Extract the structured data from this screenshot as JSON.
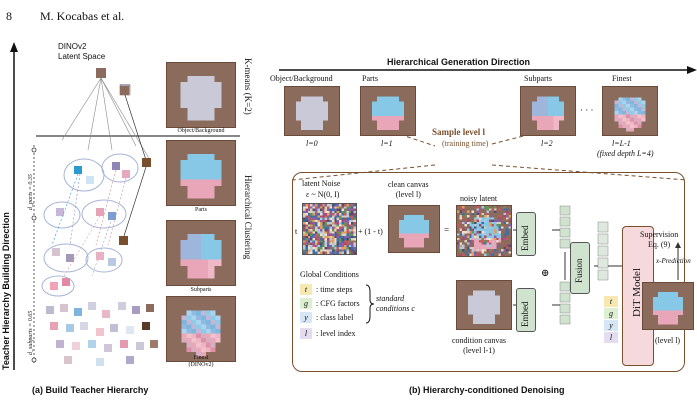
{
  "header": {
    "page_number": "8",
    "running_head": "M. Kocabas et al."
  },
  "left_panel": {
    "latent_space_label": "DINOv2\nLatent Space",
    "kmeans_label": "K-means (K=2)",
    "hier_clustering_label": "Hierarchical Clustering",
    "direction_label": "Teacher Hierarchy Building Direction",
    "d_parts_label": "d_parts = 0.35",
    "d_subparts_label": "d_subparts = 0.65",
    "thumb_captions": [
      "Object/Background",
      "Parts",
      "Subparts",
      "Finest\n(DINOv2)"
    ],
    "caption": "(a) Build Teacher Hierarchy"
  },
  "right_panel": {
    "gen_direction_label": "Hierarchical Generation Direction",
    "levels": [
      {
        "title": "Object/Background",
        "sub": "l=0"
      },
      {
        "title": "Parts",
        "sub": "l=1"
      },
      {
        "title": "Subparts",
        "sub": "l=2"
      },
      {
        "title": "Finest",
        "sub": "l=L-1"
      }
    ],
    "ellipsis": "· · ·",
    "fixed_depth": "(fixed depth L=4)",
    "sample_level": "Sample level l",
    "training_time": "(training time)",
    "latent_noise": "latent Noise",
    "epsilon": "ε ~ N(0, I)",
    "clean_canvas": "clean canvas\n(level l)",
    "noisy_latent": "noisy latent",
    "t_label": "t",
    "plus_one_minus_t": "+ (1 - t)",
    "equals": "=",
    "global_conditions_title": "Global Conditions",
    "conditions": [
      {
        "badge": "t",
        "text": ": time steps",
        "color": "#f7e7b0"
      },
      {
        "badge": "g",
        "text": ": CFG factors",
        "color": "#dcefd0"
      },
      {
        "badge": "y",
        "text": ": class label",
        "color": "#d6e6f5"
      },
      {
        "badge": "l",
        "text": ": level index",
        "color": "#e4dcf0"
      }
    ],
    "standard_conditions": "standard\nconditions c",
    "condition_canvas": "condition canvas\n(level l-1)",
    "embed_top": "Embed",
    "embed_bottom": "Embed",
    "plus_op": "⊕",
    "fusion": "Fusion",
    "dit_model": "DiT Model",
    "supervision": "Supervision\nEq. (9)",
    "x_prediction": "x-Prediction",
    "output_caption": "(level l)",
    "stack_labels": [
      "t",
      "g",
      "y",
      "l"
    ],
    "caption": "(b) Hierarchy-conditioned Denoising"
  },
  "colors": {
    "background_brown": "#8b6b5c",
    "foreground_gray": "#c9c9d8",
    "sky_blue": "#86c8e6",
    "pink": "#e8a6b8",
    "dark_brown": "#6b4a3a",
    "embed_green": "#cfe3cf",
    "dit_pink": "#f6d9dc",
    "accent_brown": "#7a4f2e"
  }
}
